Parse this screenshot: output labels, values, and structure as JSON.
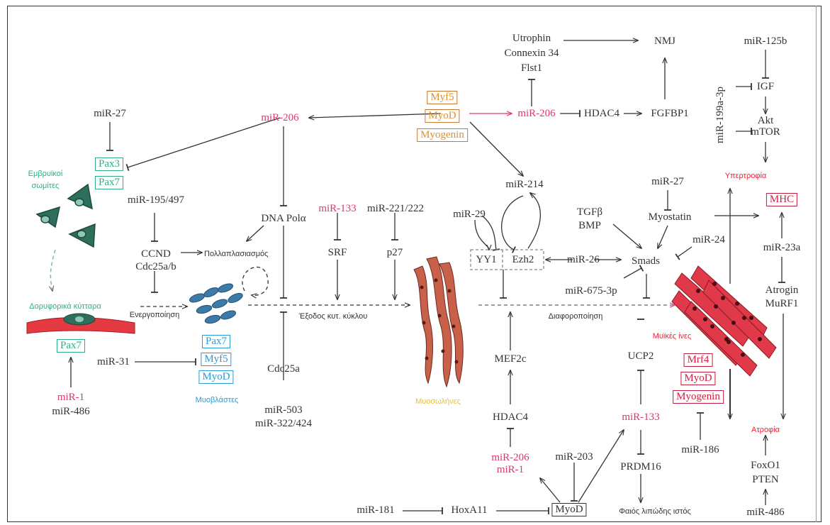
{
  "colors": {
    "text": "#333333",
    "microrna_highlight": "#e0356e",
    "embryonic_green": "#2fae86",
    "myoblast_blue": "#2a9ad8",
    "mrf_orange": "#e0902a",
    "fiber_red": "#d42044",
    "arrow": "#333333"
  },
  "nodes": {
    "utrophin": "Utrophin",
    "connexin34": "Connexin 34",
    "flst1": "Flst1",
    "nmj": "NMJ",
    "mir125b": "miR-125b",
    "mir199a": "miR-199a-3p",
    "igf": "IGF",
    "akt": "Akt",
    "mtor": "mTOR",
    "hypertrophy": "Υπερτροφία",
    "mhc": "MHC",
    "mir27_top": "miR-27",
    "mir206_left": "miR-206",
    "myf5_top": "Myf5",
    "myod_top": "MyoD",
    "myogenin_top": "Myogenin",
    "mir206_right": "miR-206",
    "hdac4_top": "HDAC4",
    "fgfbp1": "FGFBP1",
    "pax3": "Pax3",
    "pax7_top": "Pax7",
    "embryonic_somites": "Εμβρυϊκοί σωμίτες",
    "mir195": "miR-195/497",
    "dna_pola": "DNA Polα",
    "mir133_top": "miR-133",
    "mir221": "miR-221/222",
    "mir214": "miR-214",
    "mir27_mid": "miR-27",
    "tgfb": "TGFβ",
    "bmp": "BMP",
    "myostatin": "Myostatin",
    "mir29": "miR-29",
    "mir24": "miR-24",
    "ccnd": "CCND",
    "cdc25ab": "Cdc25a/b",
    "proliferation": "Πολλαπλασιασμός",
    "srf": "SRF",
    "p27": "p27",
    "yy1": "YY1",
    "ezh2": "Ezh2",
    "mir26": "miR-26",
    "smads": "Smads",
    "mir23a": "miR-23a",
    "mir675": "miR-675-3p",
    "atrogin": "Atrogin",
    "murf1": "MuRF1",
    "satellite_cells": "Δορυφορικά κύτταρα",
    "activation": "Ενεργοποίηση",
    "cell_cycle_exit": "Έξοδος κυτ. κύκλου",
    "differentiation": "Διαφοροποίηση",
    "muscle_fibers": "Μυϊκές ίνες",
    "pax7_sat": "Pax7",
    "mir31": "miR-31",
    "pax7_mb": "Pax7",
    "myf5_mb": "Myf5",
    "myod_mb": "MyoD",
    "myoblasts": "Μυοβλάστες",
    "cdc25a": "Cdc25a",
    "mef2c": "MEF2c",
    "ucp2": "UCP2",
    "mrf4": "Mrf4",
    "myod_fib": "MyoD",
    "myogenin_fib": "Myogenin",
    "mir1_sat": "miR-1",
    "mir486_sat": "miR-486",
    "myotubes": "Μυοσωλήνες",
    "mir503": "miR-503",
    "mir322": "miR-322/424",
    "hdac4_bot": "HDAC4",
    "mir133_bot": "miR-133",
    "atrophy": "Ατροφία",
    "mir186": "miR-186",
    "mir206_bot": "miR-206",
    "mir1_bot": "miR-1",
    "mir203": "miR-203",
    "prdm16": "PRDM16",
    "foxo1": "FoxO1",
    "pten": "PTEN",
    "mir181": "miR-181",
    "hoxa11": "HoxA11",
    "myod_bot": "MyoD",
    "brown_fat": "Φαιός λιπώδης ιστός",
    "mir486_bot": "miR-486"
  }
}
